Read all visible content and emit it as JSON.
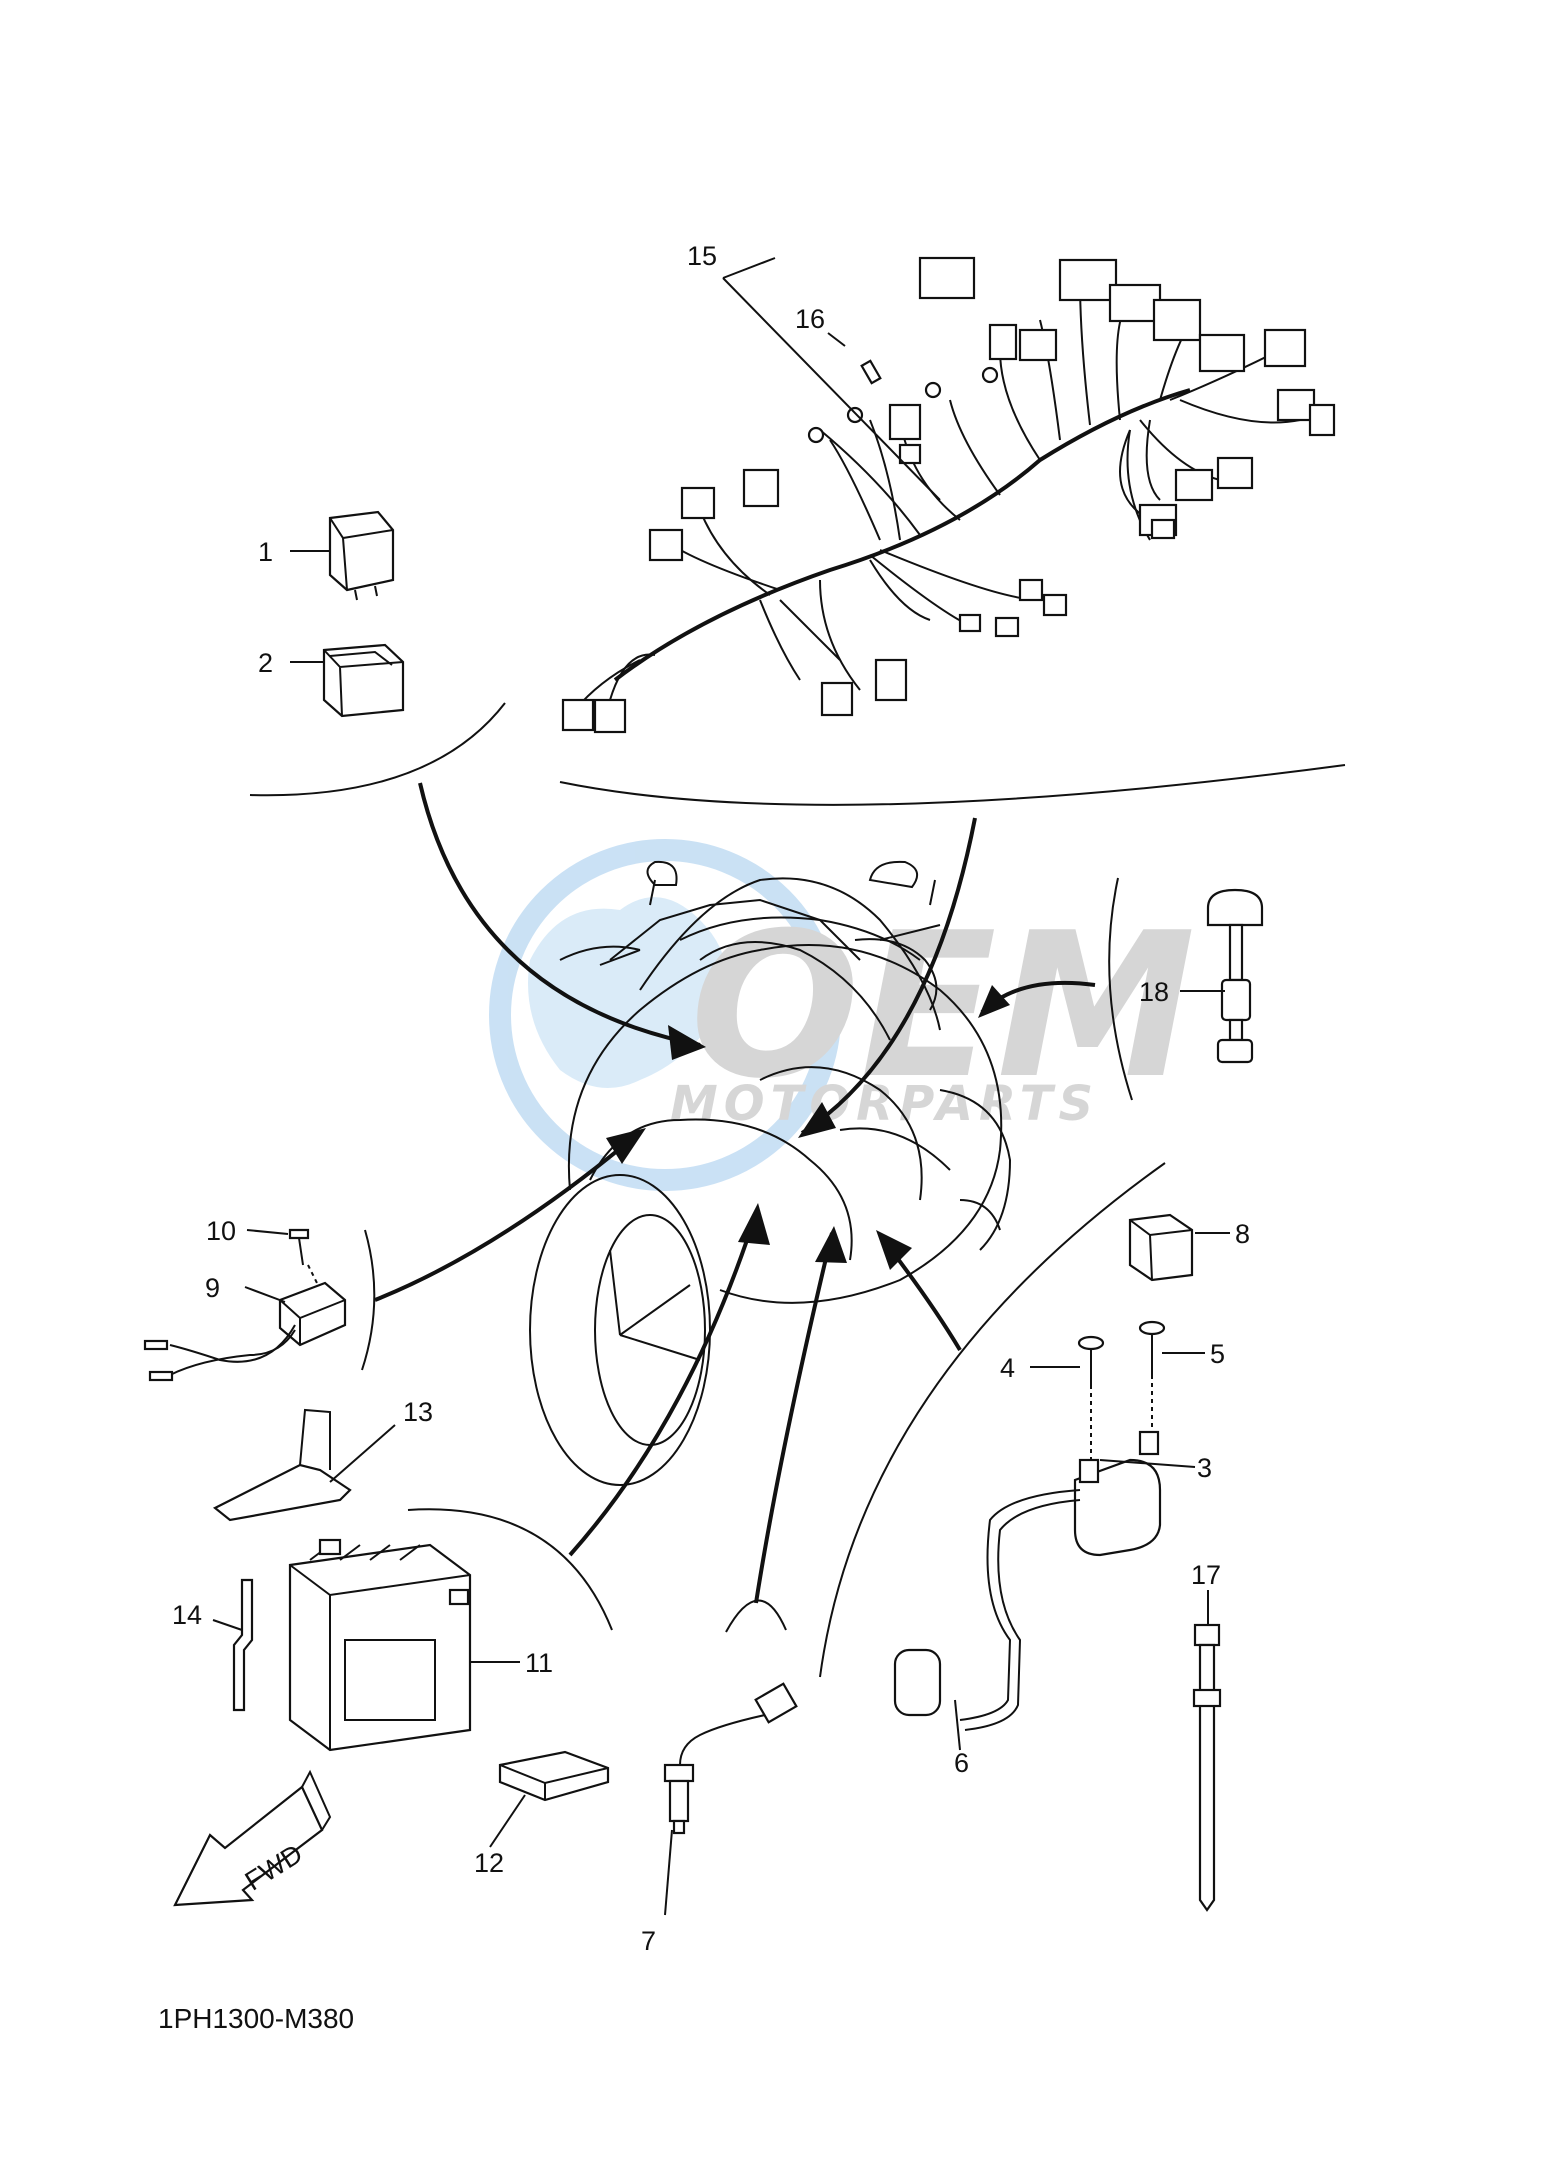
{
  "diagram": {
    "code": "1PH1300-M380",
    "fwd_label": "FWD",
    "watermark": {
      "word1": "OEM",
      "word2": "MOTORPARTS",
      "colors": {
        "globe": "#9fc9ec",
        "text": "#b5b5b5"
      }
    },
    "callouts": [
      {
        "n": "1"
      },
      {
        "n": "2"
      },
      {
        "n": "3"
      },
      {
        "n": "4"
      },
      {
        "n": "5"
      },
      {
        "n": "6"
      },
      {
        "n": "7"
      },
      {
        "n": "8"
      },
      {
        "n": "9"
      },
      {
        "n": "10"
      },
      {
        "n": "11"
      },
      {
        "n": "12"
      },
      {
        "n": "13"
      },
      {
        "n": "14"
      },
      {
        "n": "15"
      },
      {
        "n": "16"
      },
      {
        "n": "17"
      },
      {
        "n": "18"
      }
    ]
  }
}
